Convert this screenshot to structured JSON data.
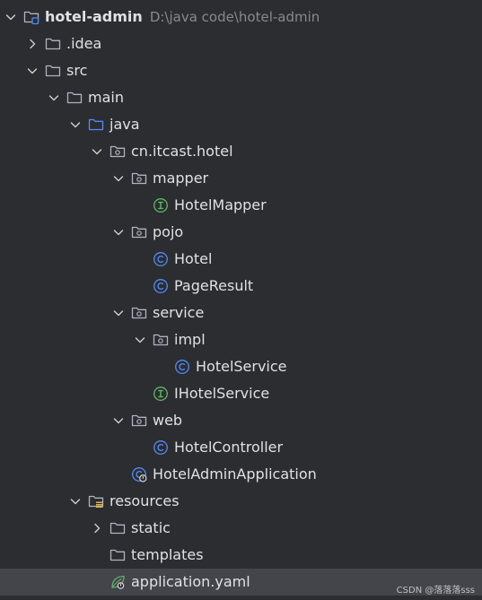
{
  "project": {
    "root_name": "hotel-admin",
    "root_path": "D:\\java code\\hotel-admin"
  },
  "colors": {
    "background": "#2b2d30",
    "selected_row": "#43454a",
    "text": "#dfe1e5",
    "path_text": "#868a91",
    "folder": "#aeb3c2",
    "source_folder": "#548af7",
    "class_icon": "#548af7",
    "interface_icon": "#5fb865",
    "spring_icon": "#6aab73"
  },
  "tree": [
    {
      "label": "hotel-admin",
      "depth": 0,
      "icon": "module-folder-icon",
      "chevron": "down",
      "name": "tree-item-hotel-admin",
      "bold": true,
      "path": "D:\\java code\\hotel-admin"
    },
    {
      "label": ".idea",
      "depth": 1,
      "icon": "folder-icon",
      "chevron": "right",
      "name": "tree-item-idea"
    },
    {
      "label": "src",
      "depth": 1,
      "icon": "folder-icon",
      "chevron": "down",
      "name": "tree-item-src"
    },
    {
      "label": "main",
      "depth": 2,
      "icon": "folder-icon",
      "chevron": "down",
      "name": "tree-item-main"
    },
    {
      "label": "java",
      "depth": 3,
      "icon": "source-folder-icon",
      "chevron": "down",
      "name": "tree-item-java"
    },
    {
      "label": "cn.itcast.hotel",
      "depth": 4,
      "icon": "package-icon",
      "chevron": "down",
      "name": "tree-item-cn-itcast-hotel"
    },
    {
      "label": "mapper",
      "depth": 5,
      "icon": "package-icon",
      "chevron": "down",
      "name": "tree-item-mapper"
    },
    {
      "label": "HotelMapper",
      "depth": 6,
      "icon": "interface-icon",
      "chevron": "none",
      "name": "tree-item-hotelmapper"
    },
    {
      "label": "pojo",
      "depth": 5,
      "icon": "package-icon",
      "chevron": "down",
      "name": "tree-item-pojo"
    },
    {
      "label": "Hotel",
      "depth": 6,
      "icon": "class-icon",
      "chevron": "none",
      "name": "tree-item-hotel"
    },
    {
      "label": "PageResult",
      "depth": 6,
      "icon": "class-icon",
      "chevron": "none",
      "name": "tree-item-pageresult"
    },
    {
      "label": "service",
      "depth": 5,
      "icon": "package-icon",
      "chevron": "down",
      "name": "tree-item-service"
    },
    {
      "label": "impl",
      "depth": 6,
      "icon": "package-icon",
      "chevron": "down",
      "name": "tree-item-impl"
    },
    {
      "label": "HotelService",
      "depth": 7,
      "icon": "class-icon",
      "chevron": "none",
      "name": "tree-item-hotelservice"
    },
    {
      "label": "IHotelService",
      "depth": 6,
      "icon": "interface-icon",
      "chevron": "none",
      "name": "tree-item-ihotelservice"
    },
    {
      "label": "web",
      "depth": 5,
      "icon": "package-icon",
      "chevron": "down",
      "name": "tree-item-web"
    },
    {
      "label": "HotelController",
      "depth": 6,
      "icon": "class-icon",
      "chevron": "none",
      "name": "tree-item-hotelcontroller"
    },
    {
      "label": "HotelAdminApplication",
      "depth": 5,
      "icon": "spring-boot-class-icon",
      "chevron": "none",
      "name": "tree-item-hoteladminapplication"
    },
    {
      "label": "resources",
      "depth": 3,
      "icon": "resources-folder-icon",
      "chevron": "down",
      "name": "tree-item-resources"
    },
    {
      "label": "static",
      "depth": 4,
      "icon": "folder-icon",
      "chevron": "right",
      "name": "tree-item-static"
    },
    {
      "label": "templates",
      "depth": 4,
      "icon": "folder-icon",
      "chevron": "none",
      "name": "tree-item-templates"
    },
    {
      "label": "application.yaml",
      "depth": 4,
      "icon": "spring-yaml-icon",
      "chevron": "none",
      "name": "tree-item-application-yaml",
      "selected": true
    }
  ],
  "watermark": "CSDN @落落落sss"
}
